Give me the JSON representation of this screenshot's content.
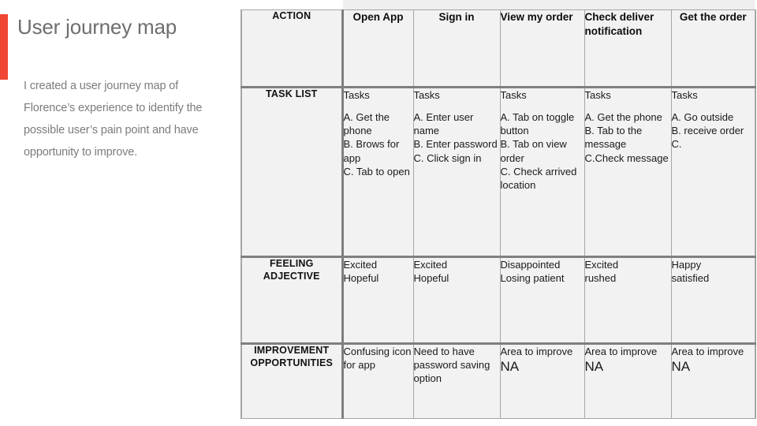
{
  "slide": {
    "title": "User journey map",
    "description": "I created a user journey map of  Florence’s experience to identify the possible user’s pain point and have opportunity to improve.",
    "accent_color": "#ef4734",
    "header_color": "#cfe0f8",
    "cell_color": "#f2f2f2",
    "border_color": "#7f7f7f",
    "text_color": "#7c7c7c"
  },
  "table": {
    "row_labels": {
      "action": "ACTION",
      "task_list": "TASK LIST",
      "feeling": "FEELING ADJECTIVE",
      "improvement": "IMPROVEMENT OPPORTUNITIES"
    },
    "columns": [
      {
        "header": "Open App"
      },
      {
        "header": "Sign in"
      },
      {
        "header": "View my order"
      },
      {
        "header": "Check deliver notification"
      },
      {
        "header": "Get the order"
      }
    ],
    "task_list": [
      {
        "label": "Tasks",
        "items": "A. Get the phone\nB. Brows for app\nC. Tab to open"
      },
      {
        "label": "Tasks",
        "items": "A. Enter user name\nB. Enter password\nC. Click sign in"
      },
      {
        "label": "Tasks",
        "items": "A. Tab on toggle button\nB. Tab on view order\nC. Check arrived location"
      },
      {
        "label": "Tasks",
        "items": "A. Get the phone\nB. Tab to the message\nC.Check message"
      },
      {
        "label": "Tasks",
        "items": "A. Go outside\nB. receive order\nC."
      }
    ],
    "feeling": [
      "Excited\nHopeful",
      "Excited\nHopeful",
      "Disappointed\nLosing patient",
      "Excited\nrushed",
      "Happy\nsatisfied"
    ],
    "improvement": [
      {
        "text": "Confusing icon for app",
        "na": ""
      },
      {
        "text": "Need to have password saving option",
        "na": ""
      },
      {
        "text": "Area to improve",
        "na": "NA"
      },
      {
        "text": "Area to improve",
        "na": "NA"
      },
      {
        "text": "Area to improve",
        "na": "NA"
      }
    ]
  }
}
